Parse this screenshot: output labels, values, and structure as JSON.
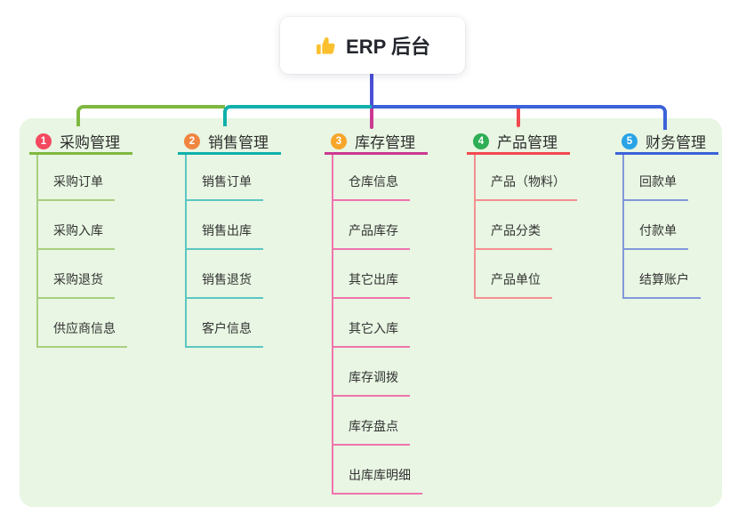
{
  "root": {
    "title": "ERP 后台",
    "icon": "thumbs-up",
    "stem_color": "#4b50d6"
  },
  "panel": {
    "background": "#e8f6e3"
  },
  "branches": [
    {
      "num": "1",
      "title": "采购管理",
      "badge_color": "#f4495f",
      "line_color": "#7fb840",
      "child_line_color": "#a9cf80",
      "children": [
        "采购订单",
        "采购入库",
        "采购退货",
        "供应商信息"
      ]
    },
    {
      "num": "2",
      "title": "销售管理",
      "badge_color": "#f08540",
      "line_color": "#0fb0ab",
      "child_line_color": "#5cc6c2",
      "children": [
        "销售订单",
        "销售出库",
        "销售退货",
        "客户信息"
      ]
    },
    {
      "num": "3",
      "title": "库存管理",
      "badge_color": "#f7a62a",
      "line_color": "#ca3a91",
      "child_line_color": "#ef74ae",
      "children": [
        "仓库信息",
        "产品库存",
        "其它出库",
        "其它入库",
        "库存调拨",
        "库存盘点",
        "出库库明细"
      ]
    },
    {
      "num": "4",
      "title": "产品管理",
      "badge_color": "#2fae55",
      "line_color": "#f2484f",
      "child_line_color": "#f68f91",
      "children": [
        "产品（物料）",
        "产品分类",
        "产品单位"
      ]
    },
    {
      "num": "5",
      "title": "财务管理",
      "badge_color": "#29a3e6",
      "line_color": "#3b62d8",
      "child_line_color": "#8298d9",
      "children": [
        "回款单",
        "付款单",
        "结算账户"
      ]
    }
  ]
}
